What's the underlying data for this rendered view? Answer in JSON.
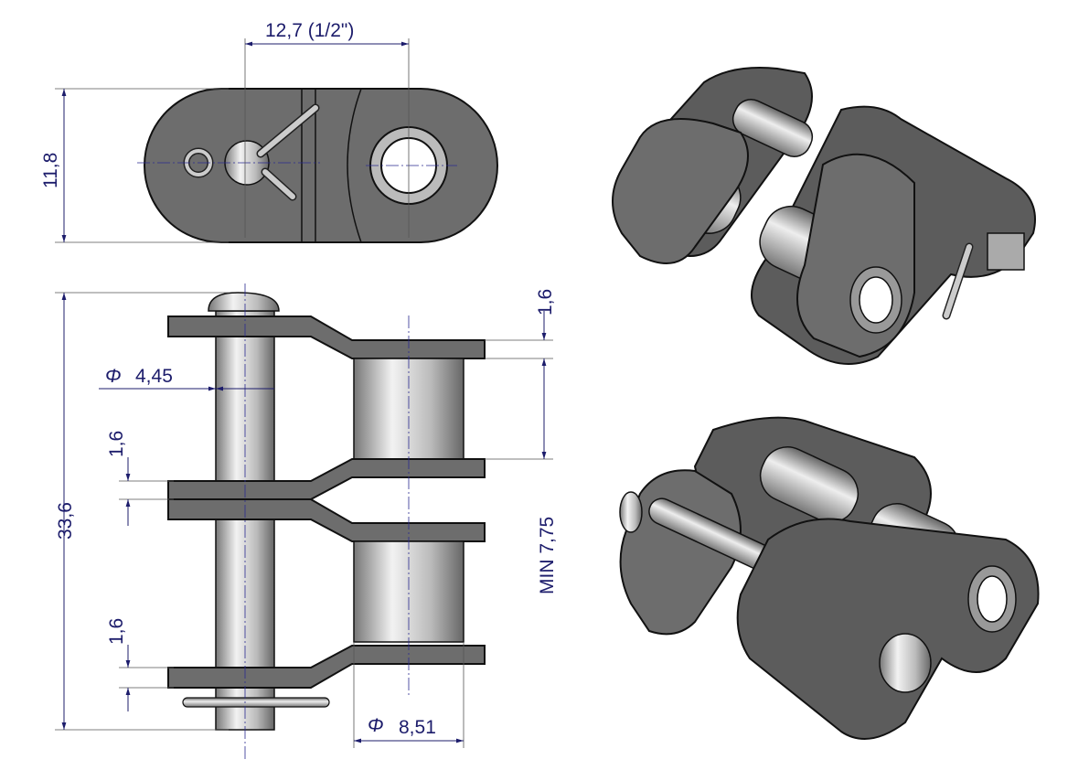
{
  "title": "Chain connecting link 08B-2 drawing",
  "dimensions": {
    "pitch": "12,7 (1/2\")",
    "plate_height": "11,8",
    "total_length": "33,6",
    "pin_diameter_symbol": "Φ",
    "pin_diameter": "4,45",
    "plate_thickness_top": "1,6",
    "plate_thickness_mid": "1,6",
    "plate_thickness_bottom": "1,6",
    "inner_width": "MIN 7,75",
    "roller_diameter_symbol": "Φ",
    "roller_diameter": "8,51"
  },
  "colors": {
    "dimension": "#1c1c6b",
    "steel": "#6d6d6d"
  }
}
